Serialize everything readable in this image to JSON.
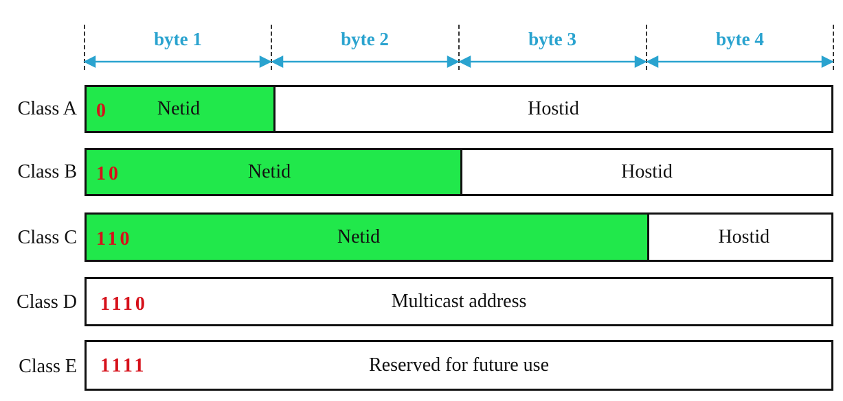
{
  "header": {
    "bytes": [
      "byte 1",
      "byte 2",
      "byte 3",
      "byte 4"
    ]
  },
  "classes": [
    {
      "label": "Class A",
      "prefix": "0",
      "netid": "Netid",
      "hostid": "Hostid"
    },
    {
      "label": "Class B",
      "prefix": "10",
      "netid": "Netid",
      "hostid": "Hostid"
    },
    {
      "label": "Class C",
      "prefix": "110",
      "netid": "Netid",
      "hostid": "Hostid"
    },
    {
      "label": "Class D",
      "prefix": "1110",
      "text": "Multicast address"
    },
    {
      "label": "Class E",
      "prefix": "1111",
      "text": "Reserved for future use"
    }
  ],
  "colors": {
    "netid_fill": "#21e84b",
    "prefix_text": "#d6101a",
    "byte_label": "#2aa3cf",
    "arrow": "#2aa3cf"
  }
}
